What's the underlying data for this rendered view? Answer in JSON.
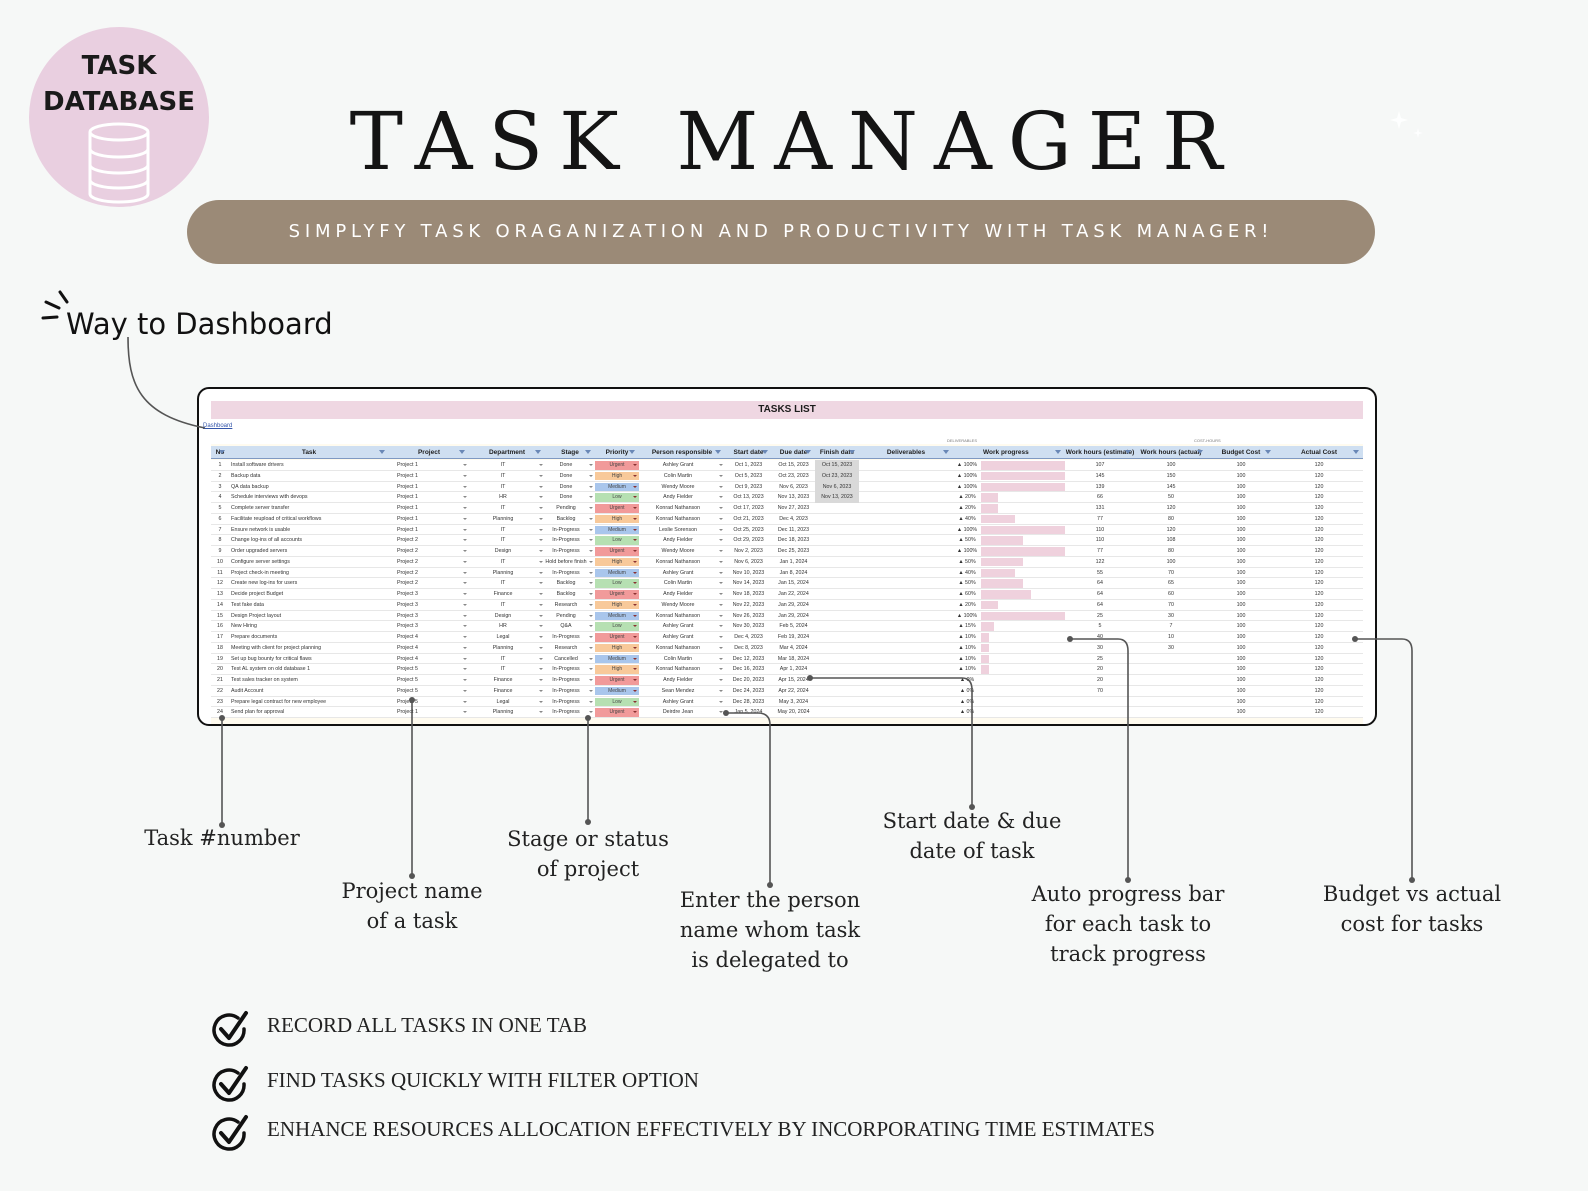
{
  "badge": {
    "line1": "TASK",
    "line2": "DATABASE",
    "icon": "database-icon"
  },
  "title": "TASK MANAGER",
  "banner": "SIMPLYFY TASK ORAGANIZATION AND PRODUCTIVITY WITH TASK MANAGER!",
  "way_to_dashboard": "Way to Dashboard",
  "sheet": {
    "title": "TASKS LIST",
    "dashboard_link": "Dashboard",
    "group_labels": [
      "DELIVERABLES",
      "COST-HOURS"
    ],
    "columns": [
      "No",
      "Task",
      "Project",
      "Department",
      "Stage",
      "Priority",
      "Person responsible",
      "Start date",
      "Due date",
      "Finish date",
      "Deliverables",
      "Work progress",
      "Work hours (estimate)",
      "Work hours (actual)",
      "Budget Cost",
      "Actual Cost"
    ],
    "rows": [
      {
        "no": "1",
        "task": "Install software drivers",
        "project": "Project 1",
        "dept": "IT",
        "stage": "Done",
        "priority": "Urgent",
        "person": "Ashley Grant",
        "start": "Oct 1, 2023",
        "due": "Oct 15, 2023",
        "finish": "Oct 15, 2023",
        "progress": "100%",
        "pct": 100,
        "est": "107",
        "act": "100",
        "budget": "100",
        "cost": "120"
      },
      {
        "no": "2",
        "task": "Backup data",
        "project": "Project 1",
        "dept": "IT",
        "stage": "Done",
        "priority": "High",
        "person": "Colin Martin",
        "start": "Oct 5, 2023",
        "due": "Oct 23, 2023",
        "finish": "Oct 23, 2023",
        "progress": "100%",
        "pct": 100,
        "est": "145",
        "act": "150",
        "budget": "100",
        "cost": "120"
      },
      {
        "no": "3",
        "task": "QA data backup",
        "project": "Project 1",
        "dept": "IT",
        "stage": "Done",
        "priority": "Medium",
        "person": "Wendy Moore",
        "start": "Oct 9, 2023",
        "due": "Nov 6, 2023",
        "finish": "Nov 6, 2023",
        "progress": "100%",
        "pct": 100,
        "est": "139",
        "act": "145",
        "budget": "100",
        "cost": "120"
      },
      {
        "no": "4",
        "task": "Schedule interviews with devops",
        "project": "Project 1",
        "dept": "HR",
        "stage": "Done",
        "priority": "Low",
        "person": "Andy Fielder",
        "start": "Oct 13, 2023",
        "due": "Nov 13, 2023",
        "finish": "Nov 13, 2023",
        "progress": "20%",
        "pct": 20,
        "est": "66",
        "act": "50",
        "budget": "100",
        "cost": "120"
      },
      {
        "no": "5",
        "task": "Complete server transfer",
        "project": "Project 1",
        "dept": "IT",
        "stage": "Pending",
        "priority": "Urgent",
        "person": "Konrad Nathanson",
        "start": "Oct 17, 2023",
        "due": "Nov 27, 2023",
        "finish": "",
        "progress": "20%",
        "pct": 20,
        "est": "131",
        "act": "120",
        "budget": "100",
        "cost": "120"
      },
      {
        "no": "6",
        "task": "Facilitate reupload of critical workflows",
        "project": "Project 1",
        "dept": "Planning",
        "stage": "Backlog",
        "priority": "High",
        "person": "Konrad Nathanson",
        "start": "Oct 21, 2023",
        "due": "Dec 4, 2023",
        "finish": "",
        "progress": "40%",
        "pct": 40,
        "est": "77",
        "act": "80",
        "budget": "100",
        "cost": "120"
      },
      {
        "no": "7",
        "task": "Ensure network is usable",
        "project": "Project 1",
        "dept": "IT",
        "stage": "In-Progress",
        "priority": "Medium",
        "person": "Leslie Sorenson",
        "start": "Oct 25, 2023",
        "due": "Dec 11, 2023",
        "finish": "",
        "progress": "100%",
        "pct": 100,
        "est": "110",
        "act": "120",
        "budget": "100",
        "cost": "120"
      },
      {
        "no": "8",
        "task": "Change log-ins of all accounts",
        "project": "Project 2",
        "dept": "IT",
        "stage": "In-Progress",
        "priority": "Low",
        "person": "Andy Fielder",
        "start": "Oct 29, 2023",
        "due": "Dec 18, 2023",
        "finish": "",
        "progress": "50%",
        "pct": 50,
        "est": "110",
        "act": "108",
        "budget": "100",
        "cost": "120"
      },
      {
        "no": "9",
        "task": "Order upgraded servers",
        "project": "Project 2",
        "dept": "Design",
        "stage": "In-Progress",
        "priority": "Urgent",
        "person": "Wendy Moore",
        "start": "Nov 2, 2023",
        "due": "Dec 25, 2023",
        "finish": "",
        "progress": "100%",
        "pct": 100,
        "est": "77",
        "act": "80",
        "budget": "100",
        "cost": "120"
      },
      {
        "no": "10",
        "task": "Configure server settings",
        "project": "Project 2",
        "dept": "IT",
        "stage": "Hold before finish",
        "priority": "High",
        "person": "Konrad Nathanson",
        "start": "Nov 6, 2023",
        "due": "Jan 1, 2024",
        "finish": "",
        "progress": "50%",
        "pct": 50,
        "est": "122",
        "act": "100",
        "budget": "100",
        "cost": "120"
      },
      {
        "no": "11",
        "task": "Project check-in meeting",
        "project": "Project 2",
        "dept": "Planning",
        "stage": "In-Progress",
        "priority": "Medium",
        "person": "Ashley Grant",
        "start": "Nov 10, 2023",
        "due": "Jan 8, 2024",
        "finish": "",
        "progress": "40%",
        "pct": 40,
        "est": "55",
        "act": "70",
        "budget": "100",
        "cost": "120"
      },
      {
        "no": "12",
        "task": "Create new log-ins for users",
        "project": "Project 2",
        "dept": "IT",
        "stage": "Backlog",
        "priority": "Low",
        "person": "Colin Martin",
        "start": "Nov 14, 2023",
        "due": "Jan 15, 2024",
        "finish": "",
        "progress": "50%",
        "pct": 50,
        "est": "64",
        "act": "65",
        "budget": "100",
        "cost": "120"
      },
      {
        "no": "13",
        "task": "Decide project Budget",
        "project": "Project 3",
        "dept": "Finance",
        "stage": "Backlog",
        "priority": "Urgent",
        "person": "Andy Fielder",
        "start": "Nov 18, 2023",
        "due": "Jan 22, 2024",
        "finish": "",
        "progress": "60%",
        "pct": 60,
        "est": "64",
        "act": "60",
        "budget": "100",
        "cost": "120"
      },
      {
        "no": "14",
        "task": "Test fake data",
        "project": "Project 3",
        "dept": "IT",
        "stage": "Research",
        "priority": "High",
        "person": "Wendy Moore",
        "start": "Nov 22, 2023",
        "due": "Jan 29, 2024",
        "finish": "",
        "progress": "20%",
        "pct": 20,
        "est": "64",
        "act": "70",
        "budget": "100",
        "cost": "120"
      },
      {
        "no": "15",
        "task": "Design Project layout",
        "project": "Project 3",
        "dept": "Design",
        "stage": "Pending",
        "priority": "Medium",
        "person": "Konrad Nathanson",
        "start": "Nov 26, 2023",
        "due": "Jan 29, 2024",
        "finish": "",
        "progress": "100%",
        "pct": 100,
        "est": "25",
        "act": "30",
        "budget": "100",
        "cost": "120"
      },
      {
        "no": "16",
        "task": "New Hiring",
        "project": "Project 3",
        "dept": "HR",
        "stage": "Q&A",
        "priority": "Low",
        "person": "Ashley Grant",
        "start": "Nov 30, 2023",
        "due": "Feb 5, 2024",
        "finish": "",
        "progress": "15%",
        "pct": 15,
        "est": "5",
        "act": "7",
        "budget": "100",
        "cost": "120"
      },
      {
        "no": "17",
        "task": "Prepare documents",
        "project": "Project 4",
        "dept": "Legal",
        "stage": "In-Progress",
        "priority": "Urgent",
        "person": "Ashley Grant",
        "start": "Dec 4, 2023",
        "due": "Feb 19, 2024",
        "finish": "",
        "progress": "10%",
        "pct": 10,
        "est": "40",
        "act": "10",
        "budget": "100",
        "cost": "120"
      },
      {
        "no": "18",
        "task": "Meeting with client for project planning",
        "project": "Project 4",
        "dept": "Planning",
        "stage": "Research",
        "priority": "High",
        "person": "Konrad Nathanson",
        "start": "Dec 8, 2023",
        "due": "Mar 4, 2024",
        "finish": "",
        "progress": "10%",
        "pct": 10,
        "est": "30",
        "act": "30",
        "budget": "100",
        "cost": "120"
      },
      {
        "no": "19",
        "task": "Set up bug bounty for critical flaws",
        "project": "Project 4",
        "dept": "IT",
        "stage": "Cancelled",
        "priority": "Medium",
        "person": "Colin Martin",
        "start": "Dec 12, 2023",
        "due": "Mar 18, 2024",
        "finish": "",
        "progress": "10%",
        "pct": 10,
        "est": "25",
        "act": "",
        "budget": "100",
        "cost": "120"
      },
      {
        "no": "20",
        "task": "Test AL system on old database 1",
        "project": "Project 5",
        "dept": "IT",
        "stage": "In-Progress",
        "priority": "High",
        "person": "Konrad Nathanson",
        "start": "Dec 16, 2023",
        "due": "Apr 1, 2024",
        "finish": "",
        "progress": "10%",
        "pct": 10,
        "est": "20",
        "act": "",
        "budget": "100",
        "cost": "120"
      },
      {
        "no": "21",
        "task": "Test sales tracker on system",
        "project": "Project 5",
        "dept": "Finance",
        "stage": "In-Progress",
        "priority": "Urgent",
        "person": "Andy Fielder",
        "start": "Dec 20, 2023",
        "due": "Apr 15, 2024",
        "finish": "",
        "progress": "0%",
        "pct": 0,
        "est": "20",
        "act": "",
        "budget": "100",
        "cost": "120"
      },
      {
        "no": "22",
        "task": "Audit Account",
        "project": "Project 5",
        "dept": "Finance",
        "stage": "In-Progress",
        "priority": "Medium",
        "person": "Sean Mendez",
        "start": "Dec 24, 2023",
        "due": "Apr 22, 2024",
        "finish": "",
        "progress": "0%",
        "pct": 0,
        "est": "70",
        "act": "",
        "budget": "100",
        "cost": "120"
      },
      {
        "no": "23",
        "task": "Prepare legal contract for new employee",
        "project": "Project 5",
        "dept": "Legal",
        "stage": "In-Progress",
        "priority": "Low",
        "person": "Ashley Grant",
        "start": "Dec 28, 2023",
        "due": "May 3, 2024",
        "finish": "",
        "progress": "0%",
        "pct": 0,
        "est": "",
        "act": "",
        "budget": "100",
        "cost": "120"
      },
      {
        "no": "24",
        "task": "Send plan for approval",
        "project": "Project 1",
        "dept": "Planning",
        "stage": "In-Progress",
        "priority": "Urgent",
        "person": "Deirdre Jean",
        "start": "Jan 5, 2024",
        "due": "May 20, 2024",
        "finish": "",
        "progress": "0%",
        "pct": 0,
        "est": "",
        "act": "",
        "budget": "100",
        "cost": "120"
      }
    ]
  },
  "priority_colors": {
    "Urgent": "#f19a9a",
    "High": "#f8c99a",
    "Medium": "#a9c6ec",
    "Low": "#b6e0b2"
  },
  "notes": {
    "task_number": "Task #number",
    "project_name": [
      "Project name",
      "of a task"
    ],
    "stage": [
      "Stage or status",
      "of project"
    ],
    "person": [
      "Enter the person",
      "name whom task",
      "is delegated to"
    ],
    "dates": [
      "Start date & due",
      "date of task"
    ],
    "progress": [
      "Auto progress bar",
      "for each task to",
      "track progress"
    ],
    "budget": [
      "Budget vs actual",
      "cost for tasks"
    ]
  },
  "features": [
    "RECORD ALL TASKS IN ONE TAB",
    "FIND TASKS QUICKLY WITH FILTER  OPTION",
    "ENHANCE RESOURCES ALLOCATION EFFECTIVELY BY INCORPORATING TIME ESTIMATES"
  ],
  "colors": {
    "banner": "#9b8a77",
    "badge": "#e9cfe0",
    "header": "#cfdff1",
    "title_bar": "#efd7e2",
    "progress_bar": "#efd1dd"
  }
}
